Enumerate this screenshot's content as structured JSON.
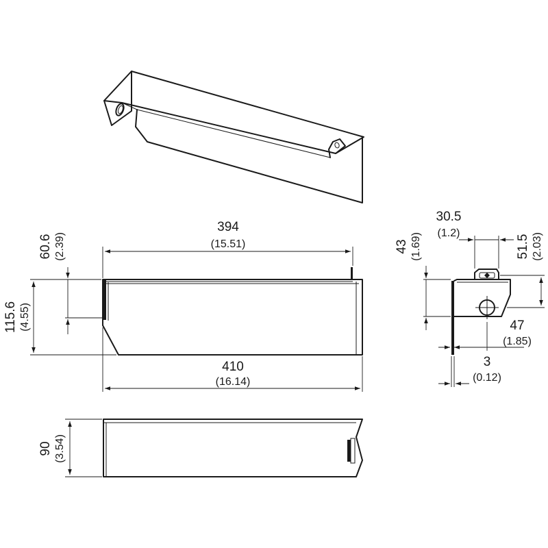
{
  "dimensions": {
    "top_length": {
      "value": "394",
      "inch": "(15.51)"
    },
    "bottom_length": {
      "value": "410",
      "inch": "(16.14)"
    },
    "overall_height": {
      "value": "115.6",
      "inch": "(4.55)"
    },
    "upper_height": {
      "value": "60.6",
      "inch": "(2.39)"
    },
    "depth": {
      "value": "90",
      "inch": "(3.54)"
    },
    "tab_width": {
      "value": "30.5",
      "inch": "(1.2)"
    },
    "side_height": {
      "value": "43",
      "inch": "(1.69)"
    },
    "hole_offset_vertical": {
      "value": "51.5",
      "inch": "(2.03)"
    },
    "hole_offset_horizontal": {
      "value": "47",
      "inch": "(1.85)"
    },
    "thickness": {
      "value": "3",
      "inch": "(0.12)"
    }
  }
}
